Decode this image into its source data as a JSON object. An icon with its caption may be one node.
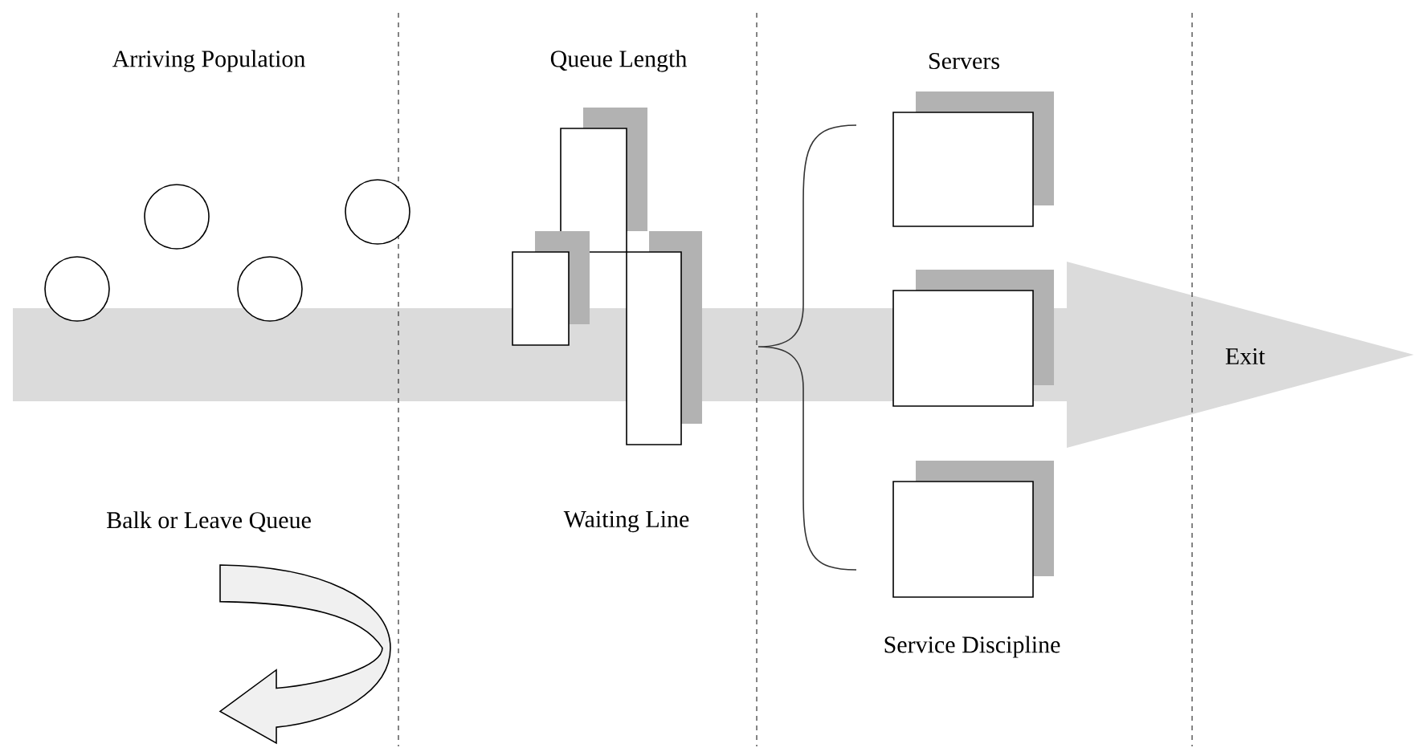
{
  "diagram": {
    "nodes": [
      {
        "text": [],
        "shape": "circle"
      },
      {
        "text": [],
        "shape": "circle"
      },
      {
        "text": [],
        "shape": "circle"
      },
      {
        "text": [],
        "shape": "circle"
      },
      {
        "text": [],
        "shape": "box"
      },
      {
        "text": [],
        "shape": "box"
      },
      {
        "text": [],
        "shape": "box"
      },
      {
        "text": [],
        "shape": "box"
      },
      {
        "text": [],
        "shape": "box"
      },
      {
        "text": [],
        "shape": "box"
      }
    ],
    "labels": [
      "Arriving Population",
      "Queue Length",
      "Servers",
      "Exit",
      "Balk or Leave Queue",
      "Waiting Line",
      "Service Discipline"
    ]
  }
}
